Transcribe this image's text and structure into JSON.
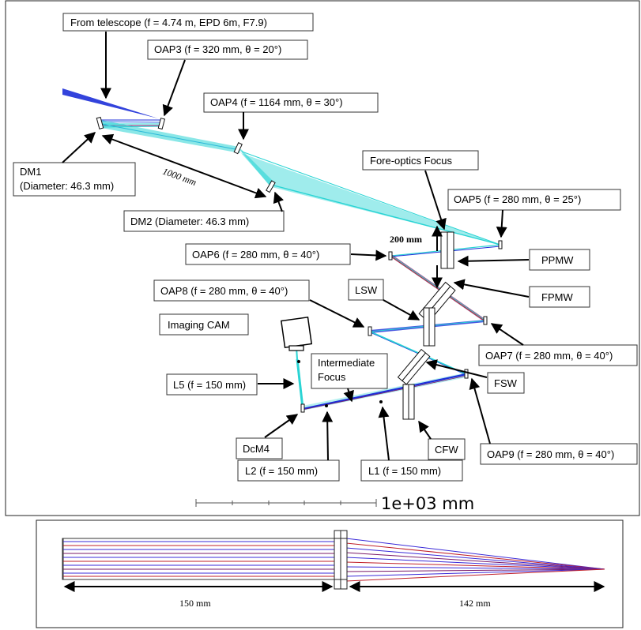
{
  "labels": {
    "telescope": "From telescope (f = 4.74 m, EPD 6m, F7.9)",
    "oap3": "OAP3 (f = 320 mm, θ = 20°)",
    "oap4": "OAP4 (f = 1164 mm, θ = 30°)",
    "dm1_line1": "DM1",
    "dm1_line2": "(Diameter: 46.3 mm)",
    "dm2": "DM2 (Diameter: 46.3 mm)",
    "fore_optics": "Fore-optics Focus",
    "oap5": "OAP5 (f = 280 mm, θ = 25°)",
    "oap6": "OAP6 (f = 280 mm, θ = 40°)",
    "ppmw": "PPMW",
    "fpmw": "FPMW",
    "oap8": "OAP8 (f = 280 mm, θ = 40°)",
    "lsw": "LSW",
    "imaging_cam": "Imaging CAM",
    "oap7": "OAP7 (f = 280 mm, θ = 40°)",
    "intermediate_line1": "Intermediate",
    "intermediate_line2": "Focus",
    "l5": "L5 (f = 150 mm)",
    "fsw": "FSW",
    "dcm4": "DcM4",
    "cfw": "CFW",
    "oap9": "OAP9 (f = 280 mm, θ = 40°)",
    "l2": "L2 (f = 150 mm)",
    "l1": "L1 (f = 150 mm)"
  },
  "dimensions": {
    "dm_distance": "1000 mm",
    "fore_gap": "200 mm",
    "scale_bar": "1e+03 mm",
    "lens_left": "150 mm",
    "lens_right": "142 mm"
  },
  "colors": {
    "beam_cyan": "#2ad4d4",
    "beam_blue": "#1d2fd8",
    "beam_red": "#c0202a",
    "beam_purple": "#7a1a6a"
  }
}
